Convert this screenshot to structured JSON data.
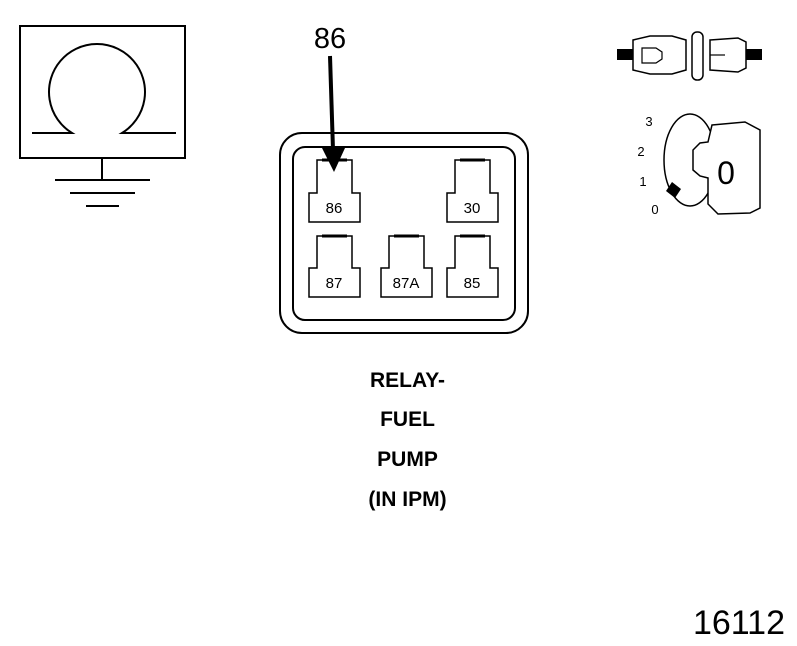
{
  "callout_label": "86",
  "relay": {
    "terminals": {
      "t86": "86",
      "t30": "30",
      "t87": "87",
      "t87a": "87A",
      "t85": "85"
    },
    "caption": {
      "line1": "RELAY-",
      "line2": "FUEL",
      "line3": "PUMP",
      "line4": "(IN IPM)"
    }
  },
  "ignition_key": {
    "positions": [
      "3",
      "2",
      "1",
      "0"
    ],
    "key_label": "0"
  },
  "symbols": {
    "ground": "ground-icon",
    "ohmmeter": "ohmmeter-icon",
    "connector": "connector-icon",
    "ignition": "ignition-key-icon"
  },
  "figure_number": "16112"
}
